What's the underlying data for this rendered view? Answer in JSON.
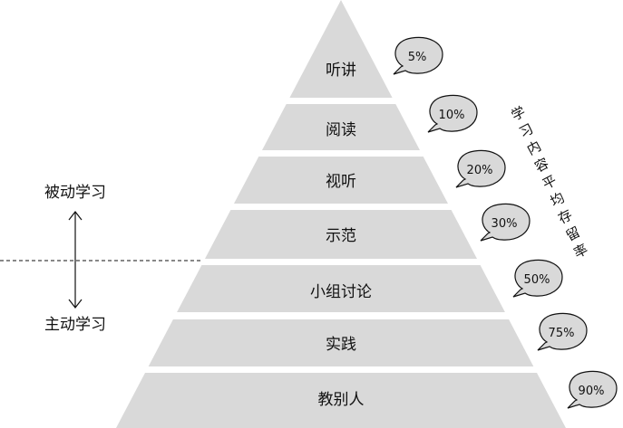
{
  "diagram": {
    "tiers": [
      {
        "label": "听讲",
        "retention": "5%"
      },
      {
        "label": "阅读",
        "retention": "10%"
      },
      {
        "label": "视听",
        "retention": "20%"
      },
      {
        "label": "示范",
        "retention": "30%"
      },
      {
        "label": "小组讨论",
        "retention": "50%"
      },
      {
        "label": "实践",
        "retention": "75%"
      },
      {
        "label": "教别人",
        "retention": "90%"
      }
    ],
    "passive_label": "被动学习",
    "active_label": "主动学习",
    "vertical_title": "学习内容平均存留率",
    "colors": {
      "tier_fill": "#d9d9d9",
      "bubble_fill": "#d9d9d9",
      "stroke": "#111111"
    }
  }
}
